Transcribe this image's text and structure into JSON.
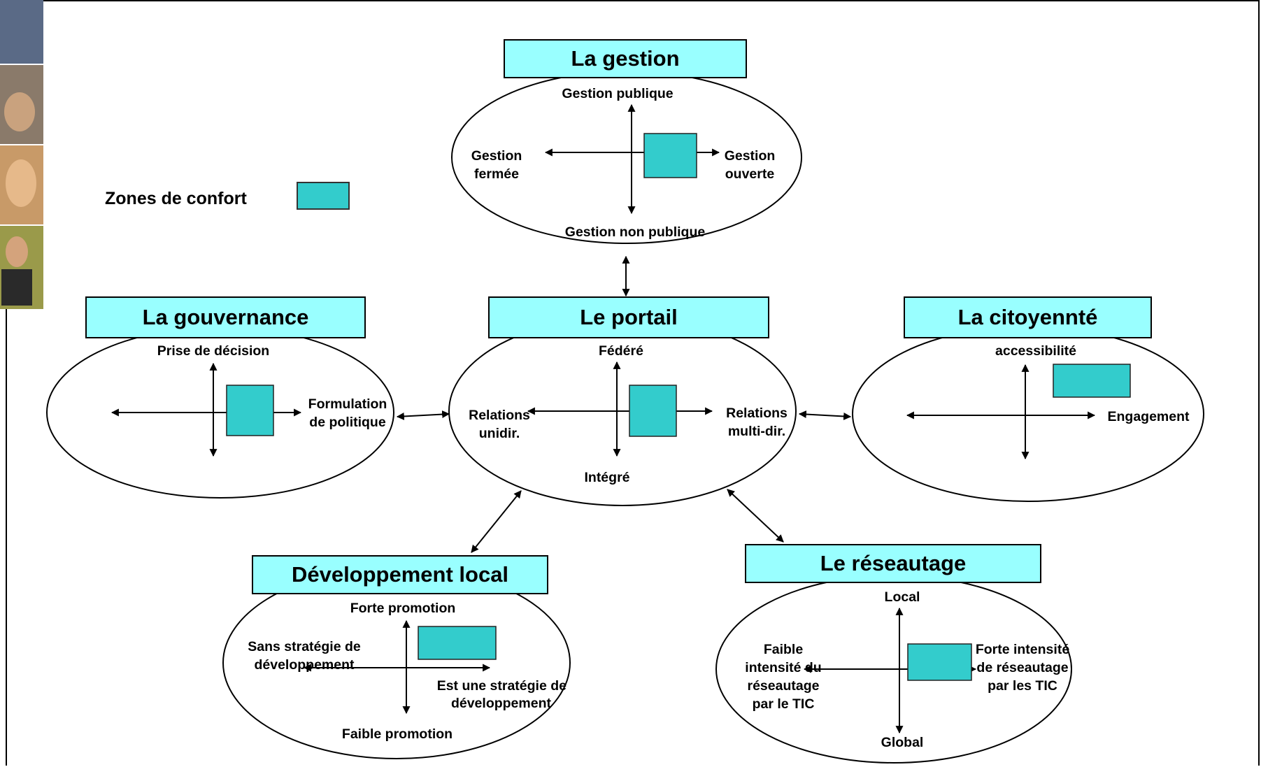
{
  "colors": {
    "title_fill": "#99ffff",
    "comfort_zone": "#33cccc",
    "line": "#000000"
  },
  "legend": {
    "label": "Zones de confort"
  },
  "gestion": {
    "title": "La gestion",
    "top": "Gestion publique",
    "bottom": "Gestion non publique",
    "left_1": "Gestion",
    "left_2": "fermée",
    "right_1": "Gestion",
    "right_2": "ouverte"
  },
  "gouvernance": {
    "title": "La gouvernance",
    "top": "Prise de décision",
    "right_1": "Formulation",
    "right_2": "de politique"
  },
  "portail": {
    "title": "Le portail",
    "top": "Fédéré",
    "bottom": "Intégré",
    "left_1": "Relations",
    "left_2": "unidir.",
    "right_1": "Relations",
    "right_2": "multi-dir."
  },
  "citoyennete": {
    "title": "La citoyennté",
    "top": "accessibilité",
    "right": "Engagement"
  },
  "developpement": {
    "title": "Développement local",
    "top": "Forte promotion",
    "bottom": "Faible promotion",
    "left_1": "Sans stratégie de",
    "left_2": "développement",
    "right_1": "Est une stratégie de",
    "right_2": "développement"
  },
  "reseautage": {
    "title": "Le réseautage",
    "top": "Local",
    "bottom": "Global",
    "left_1": "Faible",
    "left_2": "intensité du",
    "left_3": "réseautage",
    "left_4": "par le TIC",
    "right_1": "Forte intensité",
    "right_2": "de réseautage",
    "right_3": "par les TIC"
  }
}
